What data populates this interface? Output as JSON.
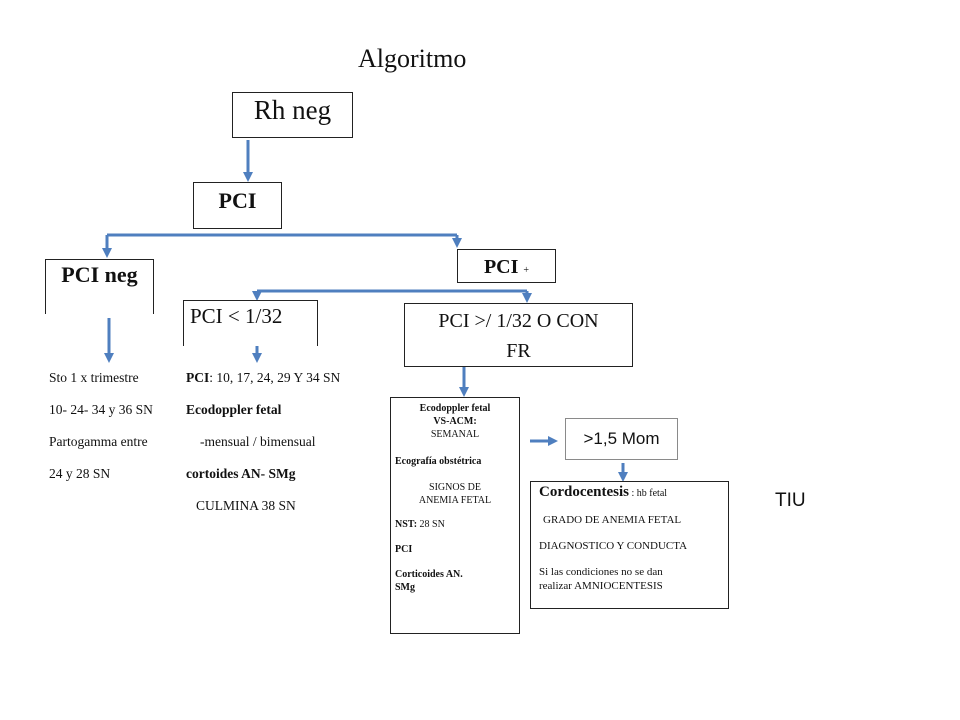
{
  "title": "Algoritmo",
  "rh_box": "Rh neg",
  "pci_box": "PCI",
  "pci_neg_box": "PCI neg",
  "pci_pos_box": {
    "main": "PCI",
    "sign": "+"
  },
  "pci_lt_box": "PCI < 1/32",
  "pci_ge_box": {
    "line1": "PCI >/ 1/32 O CON",
    "line2": "FR"
  },
  "neg_list": [
    "Sto 1 x trimestre",
    "10- 24- 34 y 36 SN",
    "Partogamma entre",
    "24 y 28 SN"
  ],
  "lt_list": {
    "item1": {
      "bold": "PCI",
      "rest": ": 10, 17, 24, 29 Y 34 SN"
    },
    "item2": "Ecodoppler fetal",
    "item3": "-mensual / bimensual",
    "item4": "cortoides AN- SMg",
    "item5": "CULMINA 38 SN"
  },
  "eco_box": {
    "line1": "Ecodoppler fetal",
    "line2": "VS-ACM:",
    "line3": "SEMANAL",
    "line4": "Ecografía obstétrica",
    "line5": "SIGNOS DE",
    "line6": "ANEMIA FETAL",
    "line7_bold": "NST:",
    "line7_rest": " 28 SN",
    "line8": "PCI",
    "line9": "Corticoides AN.",
    "line10": "SMg"
  },
  "mom_box": ">1,5 Mom",
  "cordo_box": {
    "title": "Cordocentesis",
    "title_note": " : hb fetal",
    "line2": "GRADO DE ANEMIA FETAL",
    "line3": "DIAGNOSTICO Y CONDUCTA",
    "line4": "Si las condiciones no se dan",
    "line5": "realizar AMNIOCENTESIS"
  },
  "tiu_label": "TIU",
  "colors": {
    "arrow": "#4f7fbf",
    "border": "#222222",
    "mom_border": "#8a8a8a"
  }
}
